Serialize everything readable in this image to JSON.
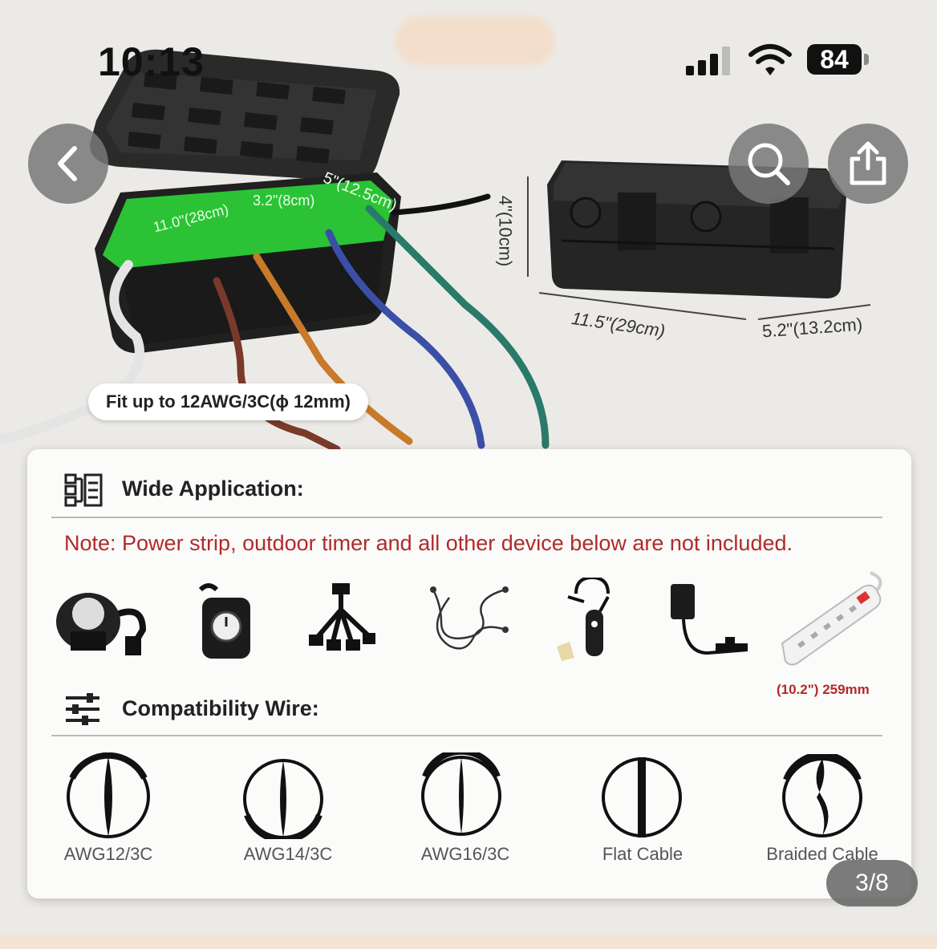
{
  "status_bar": {
    "time": "10:13",
    "battery": "84"
  },
  "nav": {
    "back_icon": "chevron-left-icon",
    "search_icon": "search-icon",
    "share_icon": "share-icon"
  },
  "product_image": {
    "dims": {
      "inner_length": "11.0\"(28cm)",
      "inner_width": "3.2\"(8cm)",
      "inner_depth": "5\"(12.5cm)",
      "height": "4\"(10cm)",
      "outer_length": "11.5\"(29cm)",
      "outer_width": "5.2\"(13.2cm)"
    },
    "fit_label": "Fit up to 12AWG/3C(ϕ 12mm)"
  },
  "info_card": {
    "wide_application_title": "Wide Application:",
    "note": "Note: Power strip, outdoor timer and all other device below are not included.",
    "devices": [
      "smart-plug-icon",
      "outdoor-timer-icon",
      "splitter-cord-icon",
      "y-cable-icon",
      "gfci-cord-icon",
      "power-adapter-icon",
      "power-strip-icon"
    ],
    "power_strip_measure": "(10.2\") 259mm",
    "compatibility_title": "Compatibility Wire:",
    "wires": [
      "AWG12/3C",
      "AWG14/3C",
      "AWG16/3C",
      "Flat Cable",
      "Braided Cable"
    ]
  },
  "pager": {
    "indicator": "3/8"
  },
  "colors": {
    "note_red": "#b12a2a",
    "glow_green": "#2ee03a",
    "button_gray": "#7a7a7a"
  }
}
